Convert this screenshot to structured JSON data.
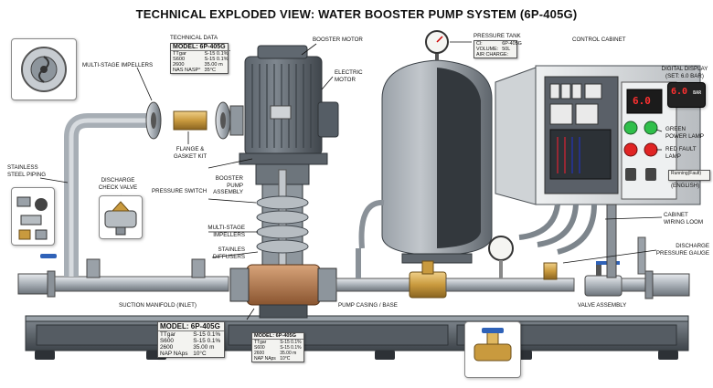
{
  "title": "TECHNICAL EXPLODED VIEW: WATER BOOSTER PUMP SYSTEM (6P-405G)",
  "labels": {
    "technical_data": "TECHNICAL DATA",
    "multi_stage_impellers_top": "MULTI-STAGE IMPELLERS",
    "flange_gasket_1": "FLANGE &",
    "flange_gasket_2": "GASKET KIT",
    "booster_motor": "BOOSTER MOTOR",
    "electric_motor_1": "ELECTRIC",
    "electric_motor_2": "MOTOR",
    "pressure_tank": "PRESSURE TANK",
    "control_cabinet": "CONTROL CABINET",
    "digital_display_1": "DIGITAL DISPLAY",
    "digital_display_2": "(SET: 6.0 BAR)",
    "green_lamp_1": "GREEN",
    "green_lamp_2": "POWER LAMP",
    "red_lamp_1": "RED FAULT",
    "red_lamp_2": "LAMP",
    "english": "(ENGLISH)",
    "stainless_piping_1": "STAINLESS",
    "stainless_piping_2": "STEEL PIPING",
    "discharge_check_1": "DISCHARGE",
    "discharge_check_2": "CHECK VALVE",
    "pressure_switch": "PRESSURE SWITCH",
    "booster_pump_assembly_1": "BOOSTER",
    "booster_pump_assembly_2": "PUMP",
    "booster_pump_assembly_3": "ASSEMBLY",
    "multi_stage_impellers_mid_1": "MULTI-STAGE",
    "multi_stage_impellers_mid_2": "IMPELLERS",
    "stainless_diffusers_1": "STAINLES",
    "stainless_diffusers_2": "DIFFUSERS",
    "cabinet_wiring_1": "CABINET",
    "cabinet_wiring_2": "WIRING LOOM",
    "discharge_gauge_1": "DISCHARGE",
    "discharge_gauge_2": "PRESSURE GAUGE",
    "suction_manifold": "SUCTION MANIFOLD (INLET)",
    "pump_casing": "PUMP CASING / BASE",
    "valve_assembly": "VALVE ASSEMBLY"
  },
  "plate_top": {
    "model": "MODEL: 6P-405G",
    "rows": [
      [
        "TTgar",
        "S-15 0.1%"
      ],
      [
        "S600",
        "S-15 0.1%"
      ],
      [
        "2600",
        "35.00 m"
      ],
      [
        "NAS NASP°",
        "35°C"
      ]
    ]
  },
  "tank_plate": {
    "rows": [
      [
        "Cl:",
        "6P-405G"
      ],
      [
        "VOLUME:",
        "50L"
      ],
      [
        "AIR CHARGE:",
        ""
      ]
    ]
  },
  "plate_bottom_large": {
    "model": "MODEL: 6P-405G",
    "rows": [
      [
        "TTgar",
        "S-15 0.1%"
      ],
      [
        "S600",
        "S-15 0.1%"
      ],
      [
        "2600",
        "35.00 m"
      ],
      [
        "NAP NAps",
        "10°C"
      ]
    ]
  },
  "plate_bottom_small": {
    "model": "MODEL: 6P-405G",
    "rows": [
      [
        "TTgar",
        "S-15 0.1%"
      ],
      [
        "S600",
        "S-15 0.1%"
      ],
      [
        "2600",
        "35.00 m"
      ],
      [
        "NAP NAps",
        "10°C"
      ]
    ]
  },
  "display": {
    "door_value": "6.0",
    "inset_value": "6.0",
    "inset_unit": "BAR"
  },
  "rating_label": "Running(Fault)",
  "colors": {
    "steel_dark": "#4a5159",
    "steel_mid": "#7b838b",
    "steel_light": "#c7ccd1",
    "brass": "#c99a3e",
    "copper": "#b87a4a",
    "cabinet": "#d9dcde",
    "green_lamp": "#2fbf4a",
    "red_lamp": "#e02424",
    "display_red": "#ff3030",
    "valve_blue": "#2f62b8"
  }
}
